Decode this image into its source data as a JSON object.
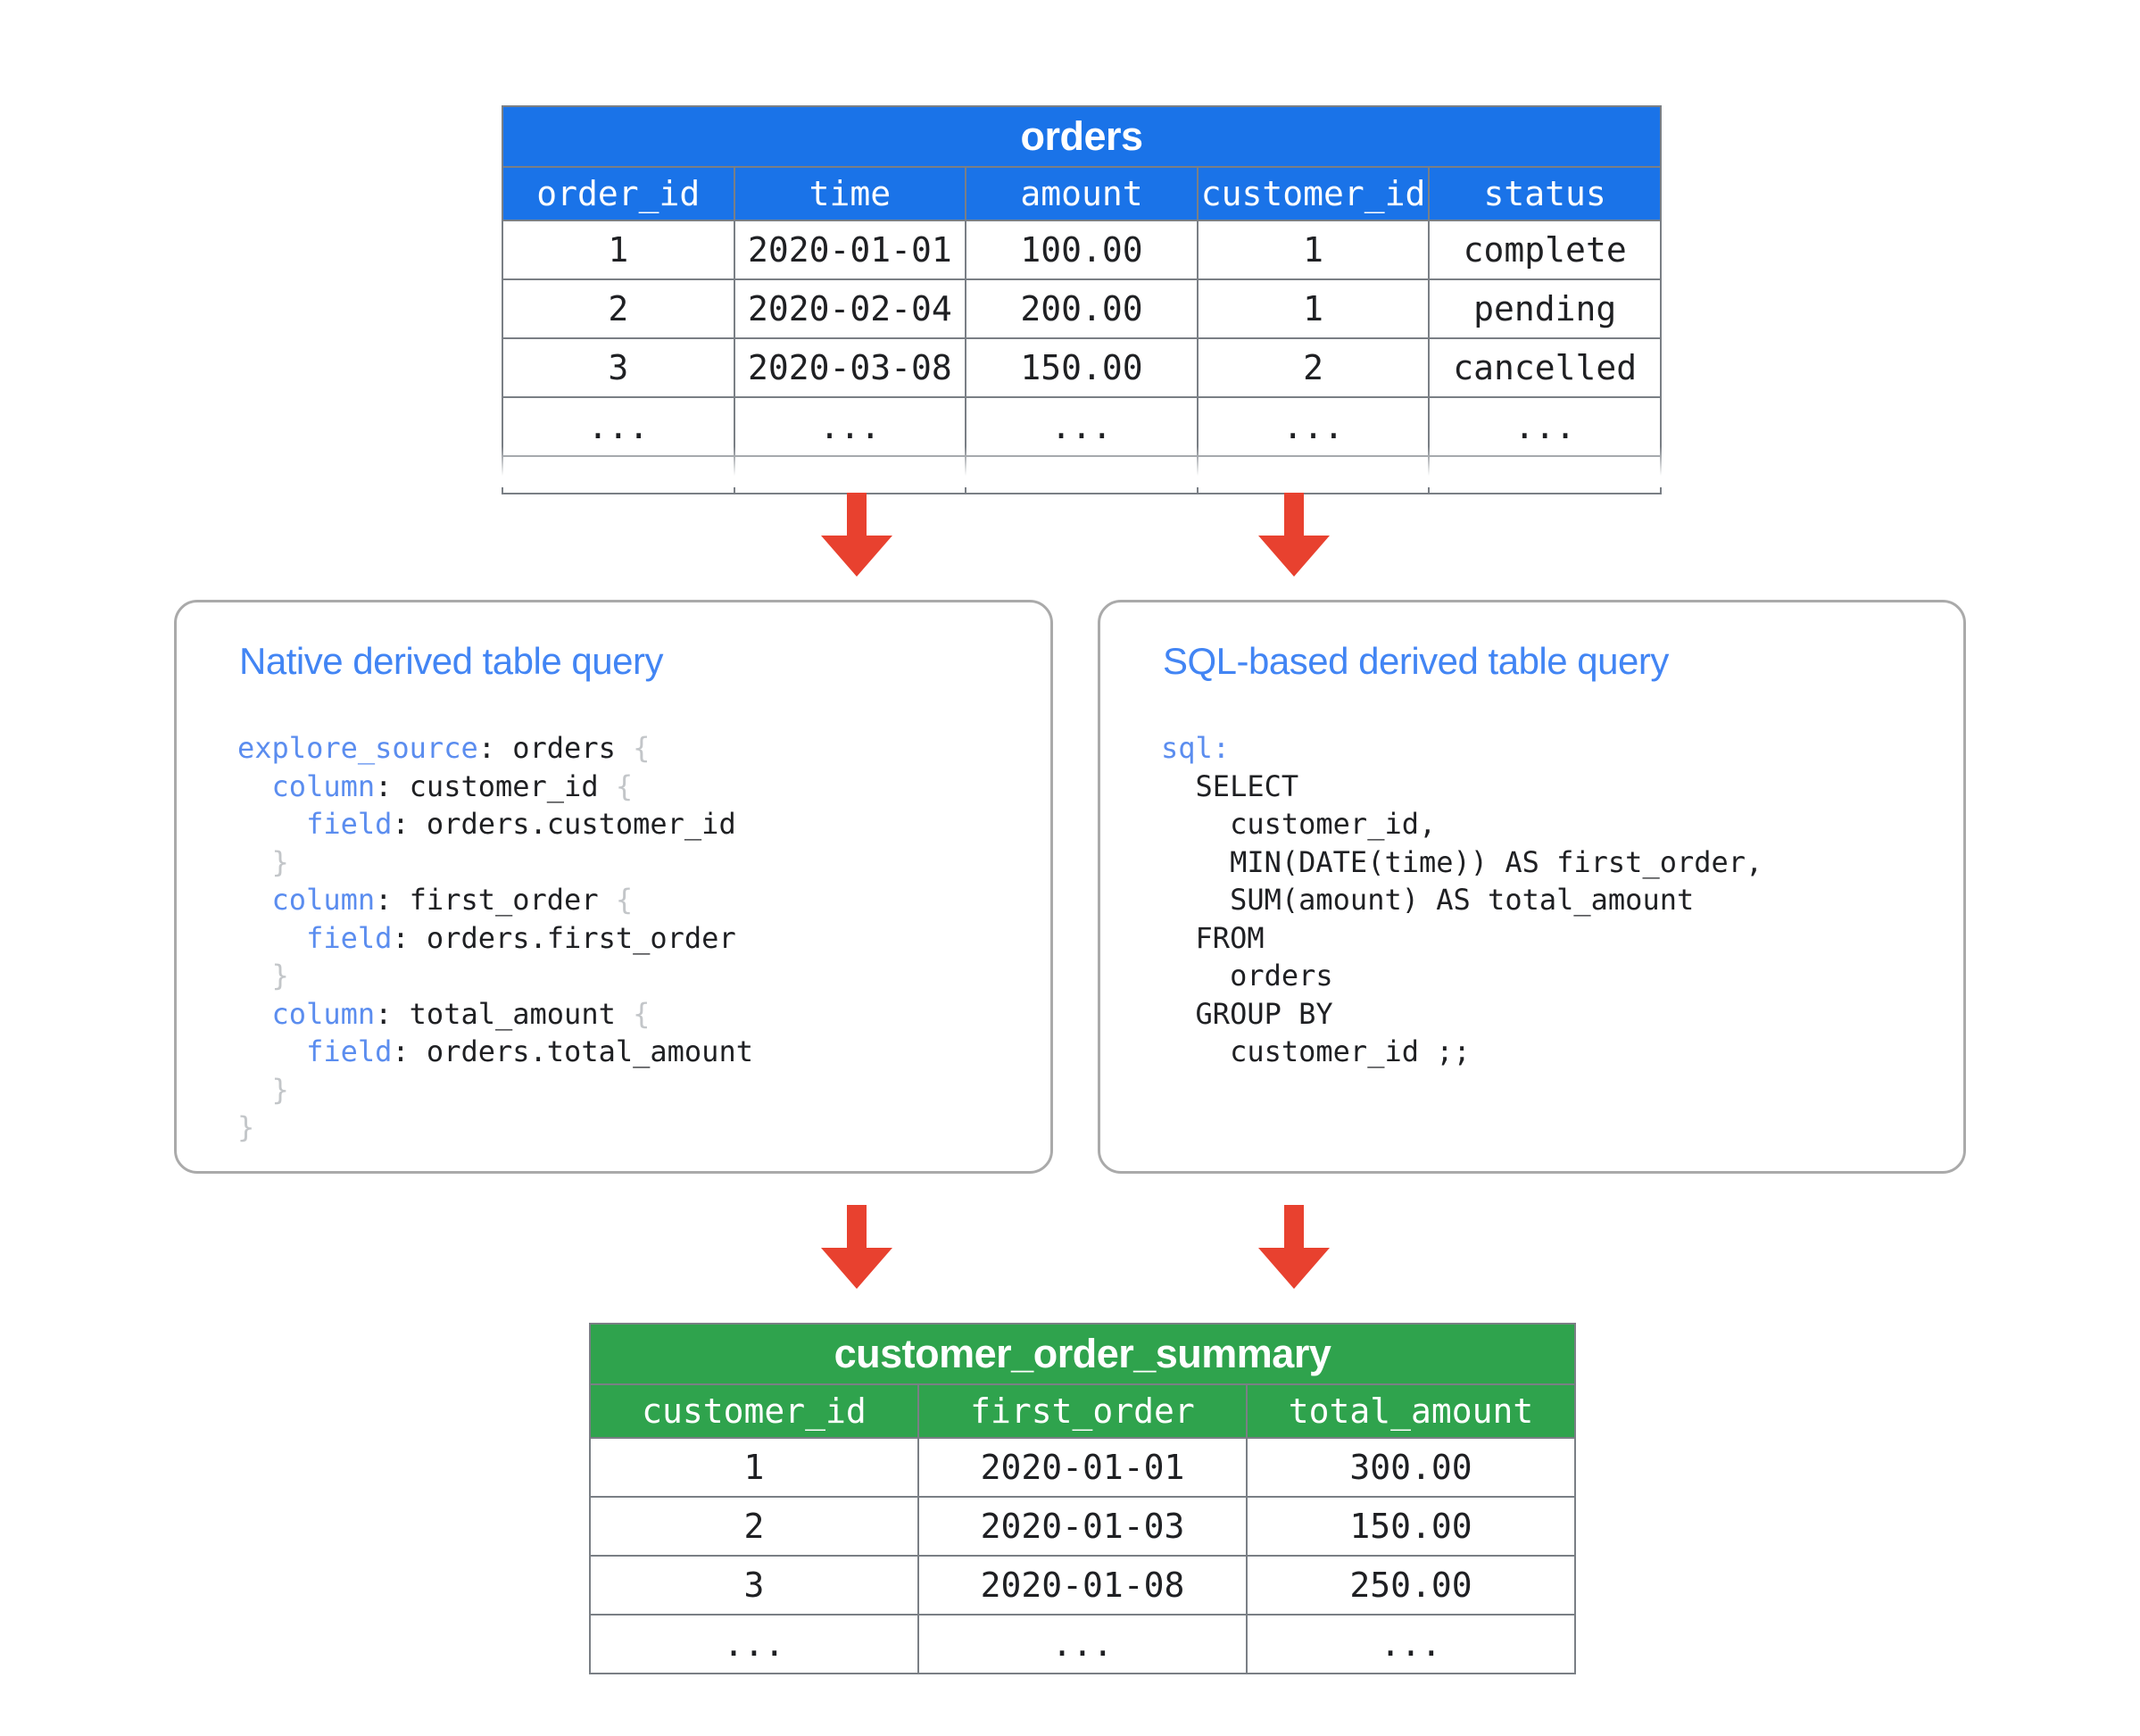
{
  "colors": {
    "orders_header": "#1a73e8",
    "summary_header": "#2fa34d",
    "arrow": "#e8412f",
    "card_title": "#4285f4",
    "code_keyword": "#5b8def",
    "code_brace": "#c3c6c9",
    "card_border": "#aaaaaa",
    "table_border": "#7a7f85",
    "text": "#1f2023"
  },
  "orders_table": {
    "title": "orders",
    "columns": [
      "order_id",
      "time",
      "amount",
      "customer_id",
      "status"
    ],
    "rows": [
      [
        "1",
        "2020-01-01",
        "100.00",
        "1",
        "complete"
      ],
      [
        "2",
        "2020-02-04",
        "200.00",
        "1",
        "pending"
      ],
      [
        "3",
        "2020-03-08",
        "150.00",
        "2",
        "cancelled"
      ],
      [
        "...",
        "...",
        "...",
        "...",
        "..."
      ],
      [
        "",
        "",
        "",
        "",
        ""
      ]
    ]
  },
  "summary_table": {
    "title": "customer_order_summary",
    "columns": [
      "customer_id",
      "first_order",
      "total_amount"
    ],
    "rows": [
      [
        "1",
        "2020-01-01",
        "300.00"
      ],
      [
        "2",
        "2020-01-03",
        "150.00"
      ],
      [
        "3",
        "2020-01-08",
        "250.00"
      ],
      [
        "...",
        "...",
        "..."
      ]
    ]
  },
  "native_card": {
    "title": "Native derived table query",
    "code_lines": [
      [
        {
          "t": "explore_source",
          "c": "kw"
        },
        {
          "t": ": orders ",
          "c": ""
        },
        {
          "t": "{",
          "c": "brc"
        }
      ],
      [
        {
          "t": "  ",
          "c": ""
        },
        {
          "t": "column",
          "c": "kw"
        },
        {
          "t": ": customer_id ",
          "c": ""
        },
        {
          "t": "{",
          "c": "brc"
        }
      ],
      [
        {
          "t": "    ",
          "c": ""
        },
        {
          "t": "field",
          "c": "kw"
        },
        {
          "t": ": orders.customer_id",
          "c": ""
        }
      ],
      [
        {
          "t": "  ",
          "c": ""
        },
        {
          "t": "}",
          "c": "brc"
        }
      ],
      [
        {
          "t": "  ",
          "c": ""
        },
        {
          "t": "column",
          "c": "kw"
        },
        {
          "t": ": first_order ",
          "c": ""
        },
        {
          "t": "{",
          "c": "brc"
        }
      ],
      [
        {
          "t": "    ",
          "c": ""
        },
        {
          "t": "field",
          "c": "kw"
        },
        {
          "t": ": orders.first_order",
          "c": ""
        }
      ],
      [
        {
          "t": "  ",
          "c": ""
        },
        {
          "t": "}",
          "c": "brc"
        }
      ],
      [
        {
          "t": "  ",
          "c": ""
        },
        {
          "t": "column",
          "c": "kw"
        },
        {
          "t": ": total_amount ",
          "c": ""
        },
        {
          "t": "{",
          "c": "brc"
        }
      ],
      [
        {
          "t": "    ",
          "c": ""
        },
        {
          "t": "field",
          "c": "kw"
        },
        {
          "t": ": orders.total_amount",
          "c": ""
        }
      ],
      [
        {
          "t": "  ",
          "c": ""
        },
        {
          "t": "}",
          "c": "brc"
        }
      ],
      [
        {
          "t": "}",
          "c": "brc"
        }
      ]
    ]
  },
  "sql_card": {
    "title": "SQL-based derived table query",
    "code_lines": [
      [
        {
          "t": "sql:",
          "c": "kw"
        }
      ],
      [
        {
          "t": "  SELECT",
          "c": ""
        }
      ],
      [
        {
          "t": "    customer_id,",
          "c": ""
        }
      ],
      [
        {
          "t": "    MIN(DATE(time)) AS first_order,",
          "c": ""
        }
      ],
      [
        {
          "t": "    SUM(amount) AS total_amount",
          "c": ""
        }
      ],
      [
        {
          "t": "  FROM",
          "c": ""
        }
      ],
      [
        {
          "t": "    orders",
          "c": ""
        }
      ],
      [
        {
          "t": "  GROUP BY",
          "c": ""
        }
      ],
      [
        {
          "t": "    customer_id ;;",
          "c": ""
        }
      ]
    ]
  },
  "arrows": [
    {
      "name": "orders-to-native-arrow"
    },
    {
      "name": "orders-to-sql-arrow"
    },
    {
      "name": "native-to-summary-arrow"
    },
    {
      "name": "sql-to-summary-arrow"
    }
  ]
}
